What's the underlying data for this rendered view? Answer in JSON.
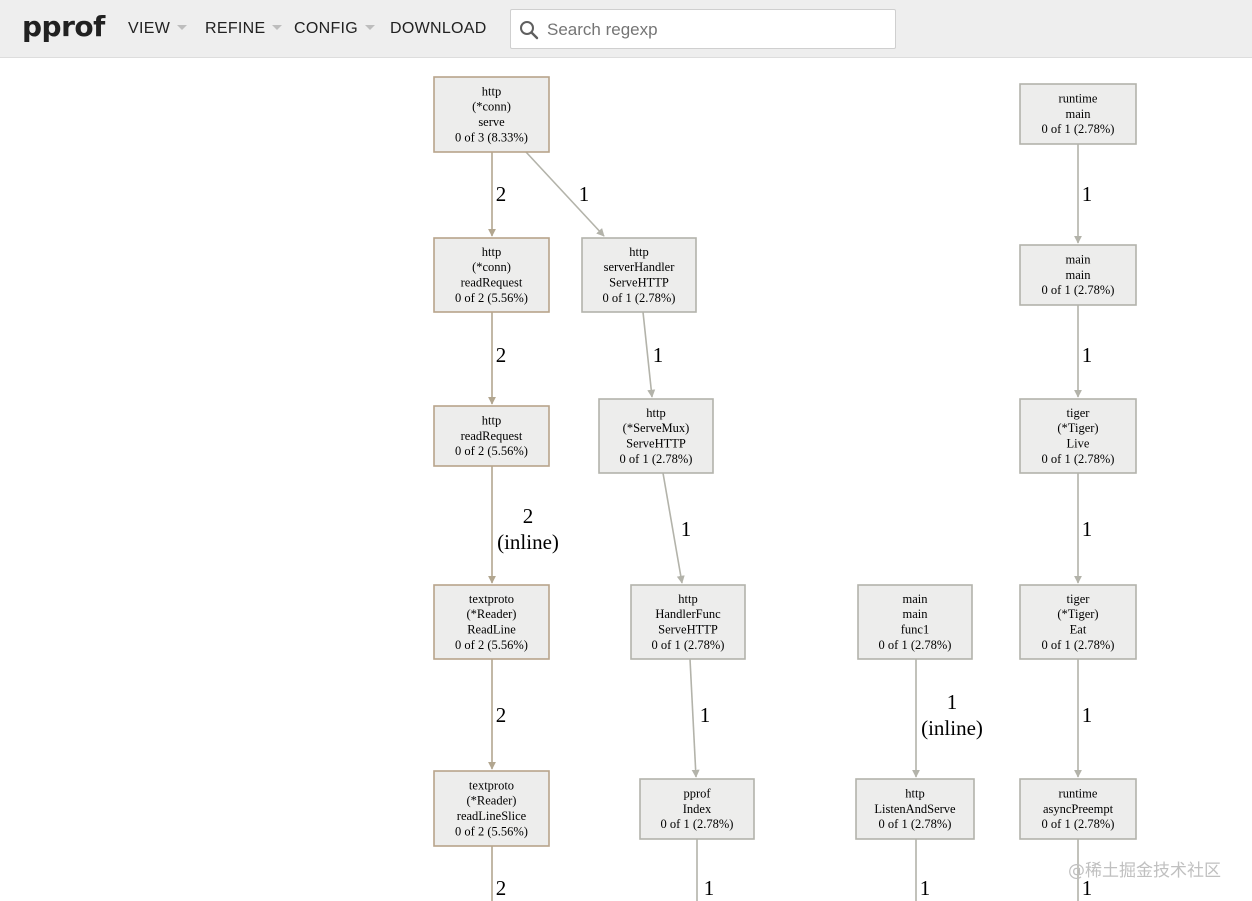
{
  "app": {
    "logo": "pprof"
  },
  "menu": {
    "items": [
      {
        "label": "VIEW",
        "dropdown": true
      },
      {
        "label": "REFINE",
        "dropdown": true
      },
      {
        "label": "CONFIG",
        "dropdown": true
      },
      {
        "label": "DOWNLOAD",
        "dropdown": false
      }
    ]
  },
  "search": {
    "placeholder": "Search regexp",
    "value": "",
    "icon": "search-icon"
  },
  "colors": {
    "topbar": "#eeeeee",
    "node_fill": "#ededec",
    "node_border_hot": "#b8a48b",
    "node_border_cold": "#b3b3ab",
    "edge_hot": "#b2a68f",
    "edge_cold": "#b3b3aa"
  },
  "graph": {
    "nodes": [
      {
        "id": "n1",
        "lines": [
          "http",
          "(*conn)",
          "serve",
          "0 of 3 (8.33%)"
        ],
        "hot": true
      },
      {
        "id": "n2",
        "lines": [
          "http",
          "(*conn)",
          "readRequest",
          "0 of 2 (5.56%)"
        ],
        "hot": true
      },
      {
        "id": "n3",
        "lines": [
          "http",
          "readRequest",
          "0 of 2 (5.56%)"
        ],
        "hot": true
      },
      {
        "id": "n4",
        "lines": [
          "textproto",
          "(*Reader)",
          "ReadLine",
          "0 of 2 (5.56%)"
        ],
        "hot": true
      },
      {
        "id": "n5",
        "lines": [
          "textproto",
          "(*Reader)",
          "readLineSlice",
          "0 of 2 (5.56%)"
        ],
        "hot": true
      },
      {
        "id": "n6",
        "lines": [
          "http",
          "serverHandler",
          "ServeHTTP",
          "0 of 1 (2.78%)"
        ],
        "hot": false
      },
      {
        "id": "n7",
        "lines": [
          "http",
          "(*ServeMux)",
          "ServeHTTP",
          "0 of 1 (2.78%)"
        ],
        "hot": false
      },
      {
        "id": "n8",
        "lines": [
          "http",
          "HandlerFunc",
          "ServeHTTP",
          "0 of 1 (2.78%)"
        ],
        "hot": false
      },
      {
        "id": "n9",
        "lines": [
          "pprof",
          "Index",
          "0 of 1 (2.78%)"
        ],
        "hot": false
      },
      {
        "id": "n10",
        "lines": [
          "main",
          "main",
          "func1",
          "0 of 1 (2.78%)"
        ],
        "hot": false
      },
      {
        "id": "n11",
        "lines": [
          "http",
          "ListenAndServe",
          "0 of 1 (2.78%)"
        ],
        "hot": false
      },
      {
        "id": "n12",
        "lines": [
          "runtime",
          "main",
          "0 of 1 (2.78%)"
        ],
        "hot": false
      },
      {
        "id": "n13",
        "lines": [
          "main",
          "main",
          "0 of 1 (2.78%)"
        ],
        "hot": false
      },
      {
        "id": "n14",
        "lines": [
          "tiger",
          "(*Tiger)",
          "Live",
          "0 of 1 (2.78%)"
        ],
        "hot": false
      },
      {
        "id": "n15",
        "lines": [
          "tiger",
          "(*Tiger)",
          "Eat",
          "0 of 1 (2.78%)"
        ],
        "hot": false
      },
      {
        "id": "n16",
        "lines": [
          "runtime",
          "asyncPreempt",
          "0 of 1 (2.78%)"
        ],
        "hot": false
      }
    ],
    "edges": [
      {
        "id": "e1",
        "from": "n1",
        "to": "n2",
        "label": [
          "2"
        ],
        "hot": true
      },
      {
        "id": "e2",
        "from": "n1",
        "to": "n6",
        "label": [
          "1"
        ],
        "hot": false
      },
      {
        "id": "e3",
        "from": "n2",
        "to": "n3",
        "label": [
          "2"
        ],
        "hot": true
      },
      {
        "id": "e4",
        "from": "n3",
        "to": "n4",
        "label": [
          "2",
          "(inline)"
        ],
        "hot": true
      },
      {
        "id": "e5",
        "from": "n4",
        "to": "n5",
        "label": [
          "2"
        ],
        "hot": true
      },
      {
        "id": "e6",
        "from": "n5",
        "to": null,
        "label": [
          "2"
        ],
        "hot": true
      },
      {
        "id": "e7",
        "from": "n6",
        "to": "n7",
        "label": [
          "1"
        ],
        "hot": false
      },
      {
        "id": "e8",
        "from": "n7",
        "to": "n8",
        "label": [
          "1"
        ],
        "hot": false
      },
      {
        "id": "e9",
        "from": "n8",
        "to": "n9",
        "label": [
          "1"
        ],
        "hot": false
      },
      {
        "id": "e10",
        "from": "n9",
        "to": null,
        "label": [
          "1"
        ],
        "hot": false
      },
      {
        "id": "e11",
        "from": "n10",
        "to": "n11",
        "label": [
          "1",
          "(inline)"
        ],
        "hot": false
      },
      {
        "id": "e12",
        "from": "n11",
        "to": null,
        "label": [
          "1"
        ],
        "hot": false
      },
      {
        "id": "e13",
        "from": "n12",
        "to": "n13",
        "label": [
          "1"
        ],
        "hot": false
      },
      {
        "id": "e14",
        "from": "n13",
        "to": "n14",
        "label": [
          "1"
        ],
        "hot": false
      },
      {
        "id": "e15",
        "from": "n14",
        "to": "n15",
        "label": [
          "1"
        ],
        "hot": false
      },
      {
        "id": "e16",
        "from": "n15",
        "to": "n16",
        "label": [
          "1"
        ],
        "hot": false
      },
      {
        "id": "e17",
        "from": "n16",
        "to": null,
        "label": [
          "1"
        ],
        "hot": false
      }
    ]
  },
  "watermark": {
    "text": "@稀土掘金技术社区"
  }
}
